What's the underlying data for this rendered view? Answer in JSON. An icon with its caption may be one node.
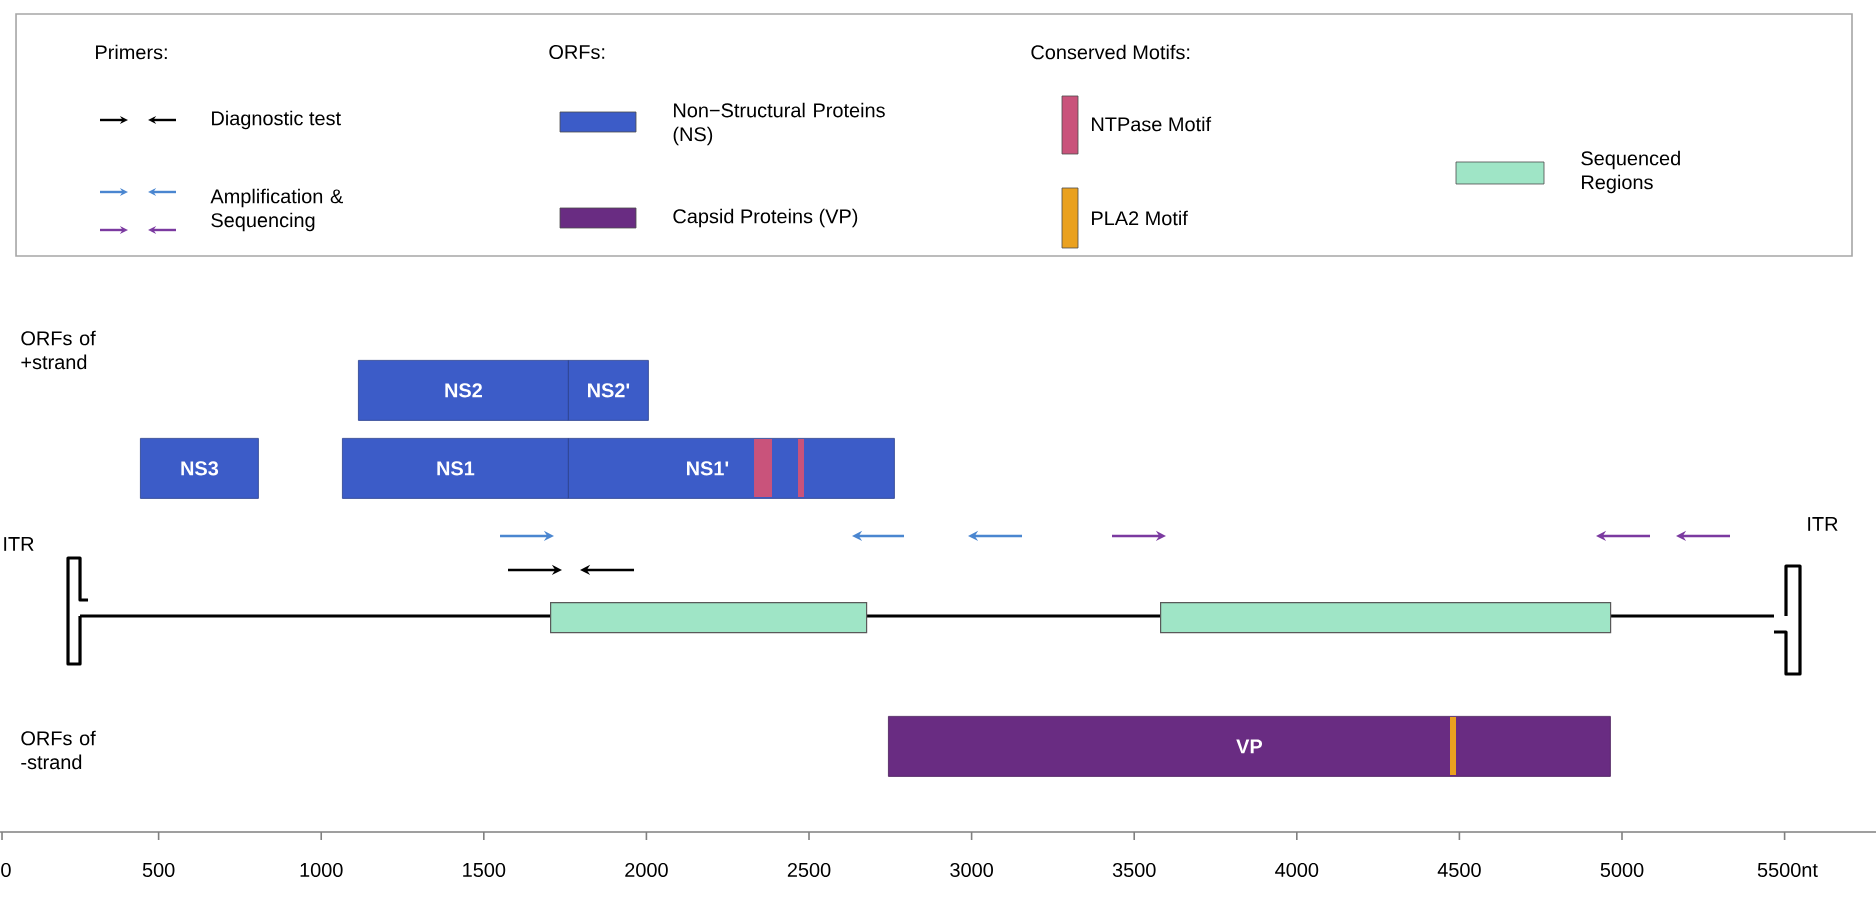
{
  "diagram": {
    "nodes": [
      {
        "text": [
          "NS2"
        ]
      },
      {
        "text": [
          "NS2'"
        ]
      },
      {
        "text": [
          "NS3"
        ]
      },
      {
        "text": [
          "NS1"
        ]
      },
      {
        "text": [
          "NS1'"
        ]
      },
      {
        "text": [],
        "shape": "box"
      },
      {
        "text": [],
        "shape": "box"
      },
      {
        "text": [
          "VP"
        ]
      }
    ],
    "edges": [],
    "labels": [
      "Primers:",
      "ORFs:",
      "Conserved Motifs:",
      "ORFs of +strand",
      "ITR",
      "ITR",
      "ORFs of -strand",
      "0",
      "500",
      "1000",
      "1500",
      "2000",
      "2500",
      "3000",
      "3500",
      "4000",
      "4500",
      "5000",
      "5500nt"
    ],
    "legend": [
      {
        "text": "Diagnostic test"
      },
      {
        "text": "Amplification & Sequencing"
      },
      {
        "text": "Non−Structural Proteins (NS)",
        "color": "#3c5cc8"
      },
      {
        "text": "Capsid Proteins (VP)",
        "color": "#692c82"
      },
      {
        "text": "NTPase Motif",
        "color": "#c9537b"
      },
      {
        "text": "PLA2 Motif",
        "color": "#eaa11f"
      },
      {
        "text": "Sequenced Regions",
        "color": "#9fe5c6"
      }
    ]
  }
}
